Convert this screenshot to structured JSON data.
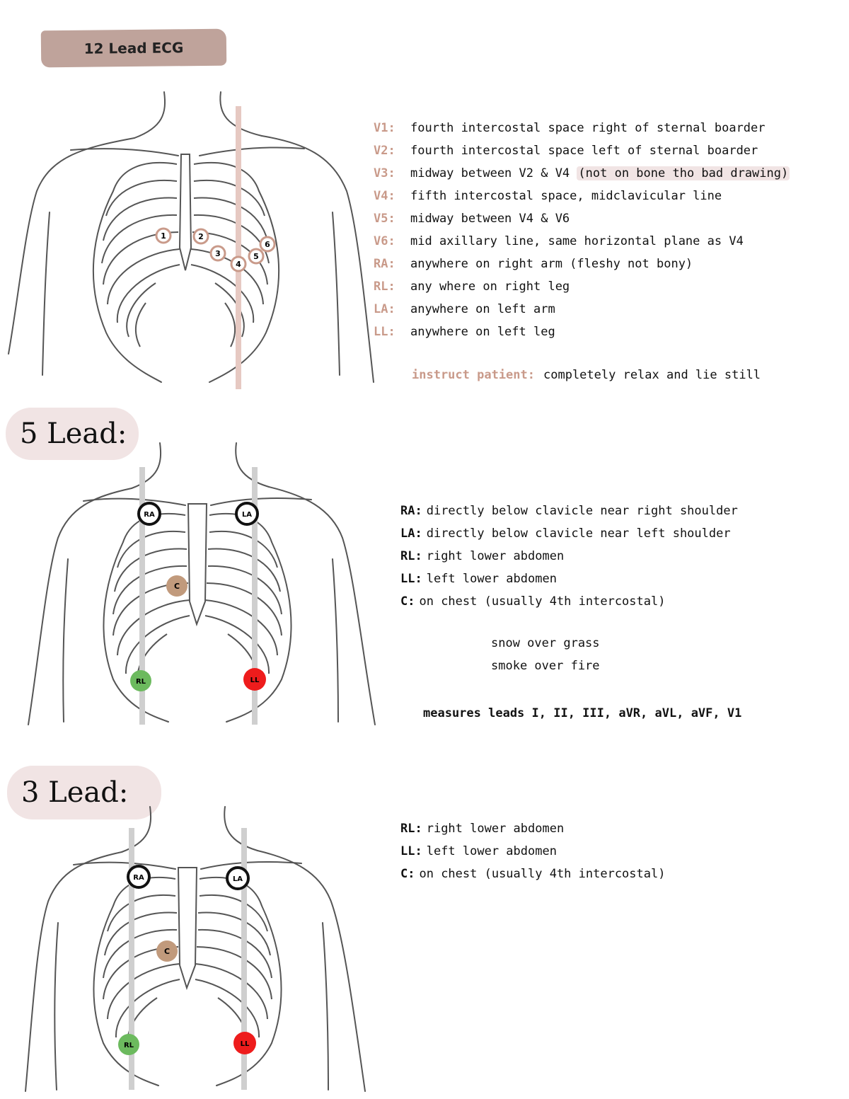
{
  "title": "12 Lead ECG",
  "colors": {
    "accent": "#c99a8a",
    "banner": "#bfa39b",
    "pill": "#f1e4e4",
    "guide12": "#e6c9c2",
    "guide": "#cfcfcf",
    "chest": "#c19a7c",
    "ground": "#6cba5e",
    "leftLeg": "#ee1c1c"
  },
  "lead12": {
    "electrode_labels": [
      "1",
      "2",
      "3",
      "4",
      "5",
      "6"
    ],
    "placements": [
      {
        "key": "V1:",
        "text": "fourth intercostal space right of sternal boarder"
      },
      {
        "key": "V2:",
        "text": "fourth intercostal space left of sternal boarder"
      },
      {
        "key": "V3:",
        "text": "midway between V2 & V4",
        "note": "(not on bone tho bad drawing)"
      },
      {
        "key": "V4:",
        "text": "fifth intercostal space, midclavicular line"
      },
      {
        "key": "V5:",
        "text": "midway between V4 & V6"
      },
      {
        "key": "V6:",
        "text": "mid axillary line, same horizontal plane as V4"
      },
      {
        "key": "RA:",
        "text": "anywhere on right arm (fleshy not bony)"
      },
      {
        "key": "RL:",
        "text": "any where on right leg"
      },
      {
        "key": "LA:",
        "text": "anywhere on left arm"
      },
      {
        "key": "LL:",
        "text": "anywhere on left leg"
      }
    ],
    "instruct_label": "instruct patient:",
    "instruct_text": "completely relax and lie still"
  },
  "lead5": {
    "heading": "5 Lead:",
    "electrodes": {
      "ra": "RA",
      "la": "LA",
      "c": "C",
      "rl": "RL",
      "ll": "LL"
    },
    "placements": [
      {
        "key": "RA:",
        "text": "directly below clavicle near right shoulder"
      },
      {
        "key": "LA:",
        "text": "directly below clavicle near left shoulder"
      },
      {
        "key": "RL:",
        "text": "right lower abdomen"
      },
      {
        "key": "LL:",
        "text": "left lower abdomen"
      },
      {
        "key": "C:",
        "text": "on chest (usually 4th intercostal)"
      }
    ],
    "mnemonic": [
      "snow over grass",
      "smoke over fire"
    ],
    "measures": "measures leads I, II, III, aVR, aVL, aVF, V1"
  },
  "lead3": {
    "heading": "3 Lead:",
    "electrodes": {
      "ra": "RA",
      "la": "LA",
      "c": "C",
      "rl": "RL",
      "ll": "LL"
    },
    "placements": [
      {
        "key": "RL:",
        "text": "right lower abdomen"
      },
      {
        "key": "LL:",
        "text": "left lower abdomen"
      },
      {
        "key": "C:",
        "text": "on chest (usually 4th intercostal)"
      }
    ]
  }
}
